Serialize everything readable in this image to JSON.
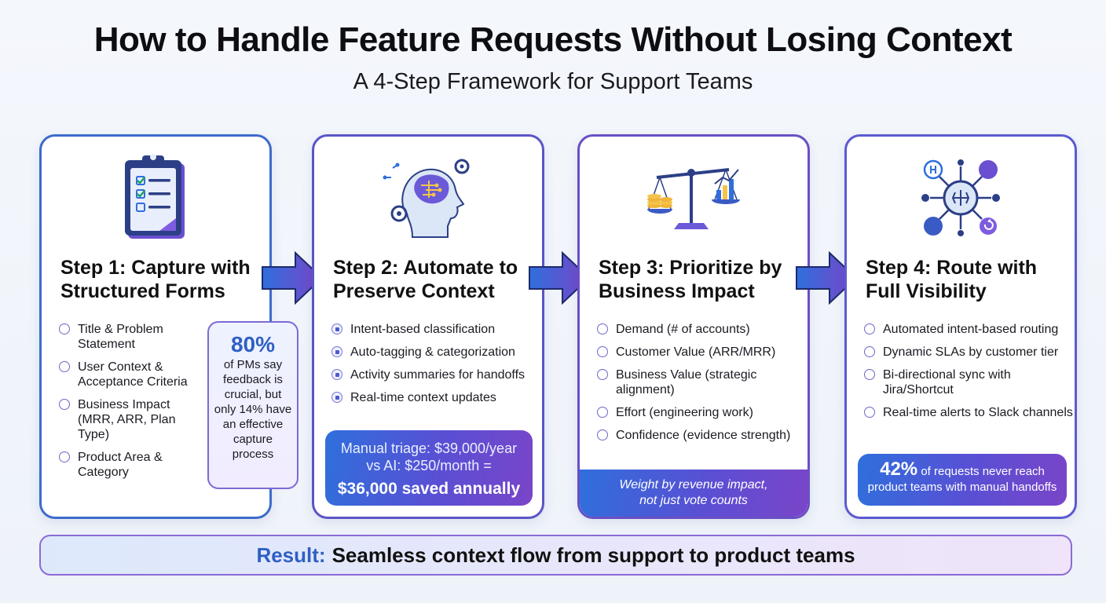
{
  "header": {
    "title": "How to Handle Feature Requests Without Losing Context",
    "subtitle": "A 4-Step Framework for Support Teams"
  },
  "steps": [
    {
      "title": "Step 1: Capture with Structured Forms",
      "icon": "clipboard-checklist-icon",
      "items": [
        "Title & Problem Statement",
        "User Context & Acceptance Criteria",
        "Business Impact (MRR, ARR, Plan Type)",
        "Product Area & Category"
      ],
      "stat": {
        "value": "80%",
        "text": "of PMs say feedback is crucial, but only 14% have an effective capture process"
      }
    },
    {
      "title": "Step 2: Automate to Preserve Context",
      "icon": "ai-brain-head-icon",
      "items": [
        "Intent-based classification",
        "Auto-tagging & categorization",
        "Activity summaries for handoffs",
        "Real-time context updates"
      ],
      "cost": {
        "line1": "Manual triage: $39,000/year",
        "line2": "vs AI: $250/month =",
        "bold": "$36,000 saved annually"
      }
    },
    {
      "title": "Step 3: Prioritize by Business Impact",
      "icon": "balance-scale-icon",
      "items": [
        "Demand (# of accounts)",
        "Customer Value (ARR/MRR)",
        "Business Value (strategic alignment)",
        "Effort (engineering work)",
        "Confidence (evidence strength)"
      ],
      "footer": {
        "line1": "Weight by revenue impact,",
        "line2": "not just vote counts"
      }
    },
    {
      "title": "Step 4: Route with Full Visibility",
      "icon": "routing-hub-icon",
      "items": [
        "Automated intent-based routing",
        "Dynamic SLAs by customer tier",
        "Bi-directional sync with Jira/Shortcut",
        "Real-time alerts to Slack channels"
      ],
      "stat": {
        "value": "42%",
        "text_a": "of requests never reach",
        "text_b": "product teams with manual handoffs"
      }
    }
  ],
  "result": {
    "label": "Result:",
    "text": "Seamless context flow from support to product teams"
  },
  "colors": {
    "accent_blue": "#2f6fdc",
    "accent_purple": "#7a45c8",
    "result_label": "#2f5fc4"
  }
}
